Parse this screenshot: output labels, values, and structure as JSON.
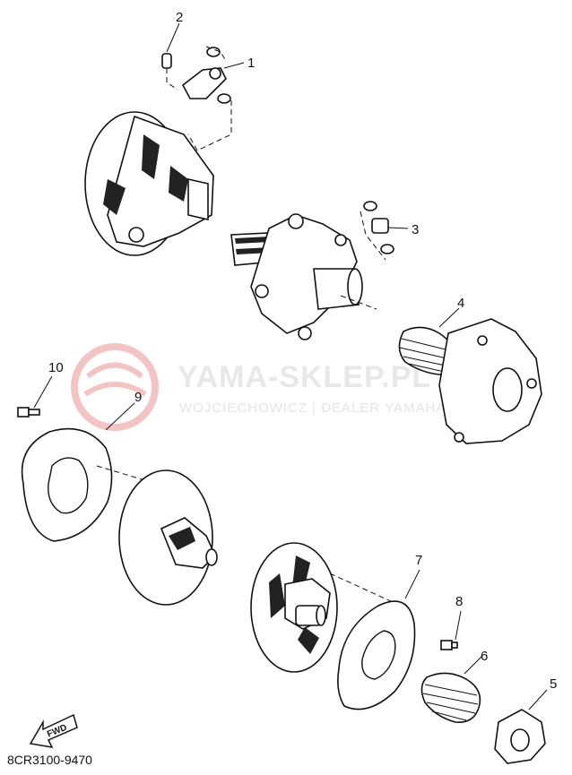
{
  "watermark": {
    "brand": "YAMA-SKLEP.PL",
    "dealer": "WOJCIECHOWICZ | DEALER YAMAHA",
    "logo_color": "#f2b8b8"
  },
  "callouts": [
    "1",
    "2",
    "3",
    "4",
    "5",
    "6",
    "7",
    "8",
    "9",
    "10"
  ],
  "footer": {
    "code": "8CR3100-9470",
    "fwd_label": "FWD"
  }
}
